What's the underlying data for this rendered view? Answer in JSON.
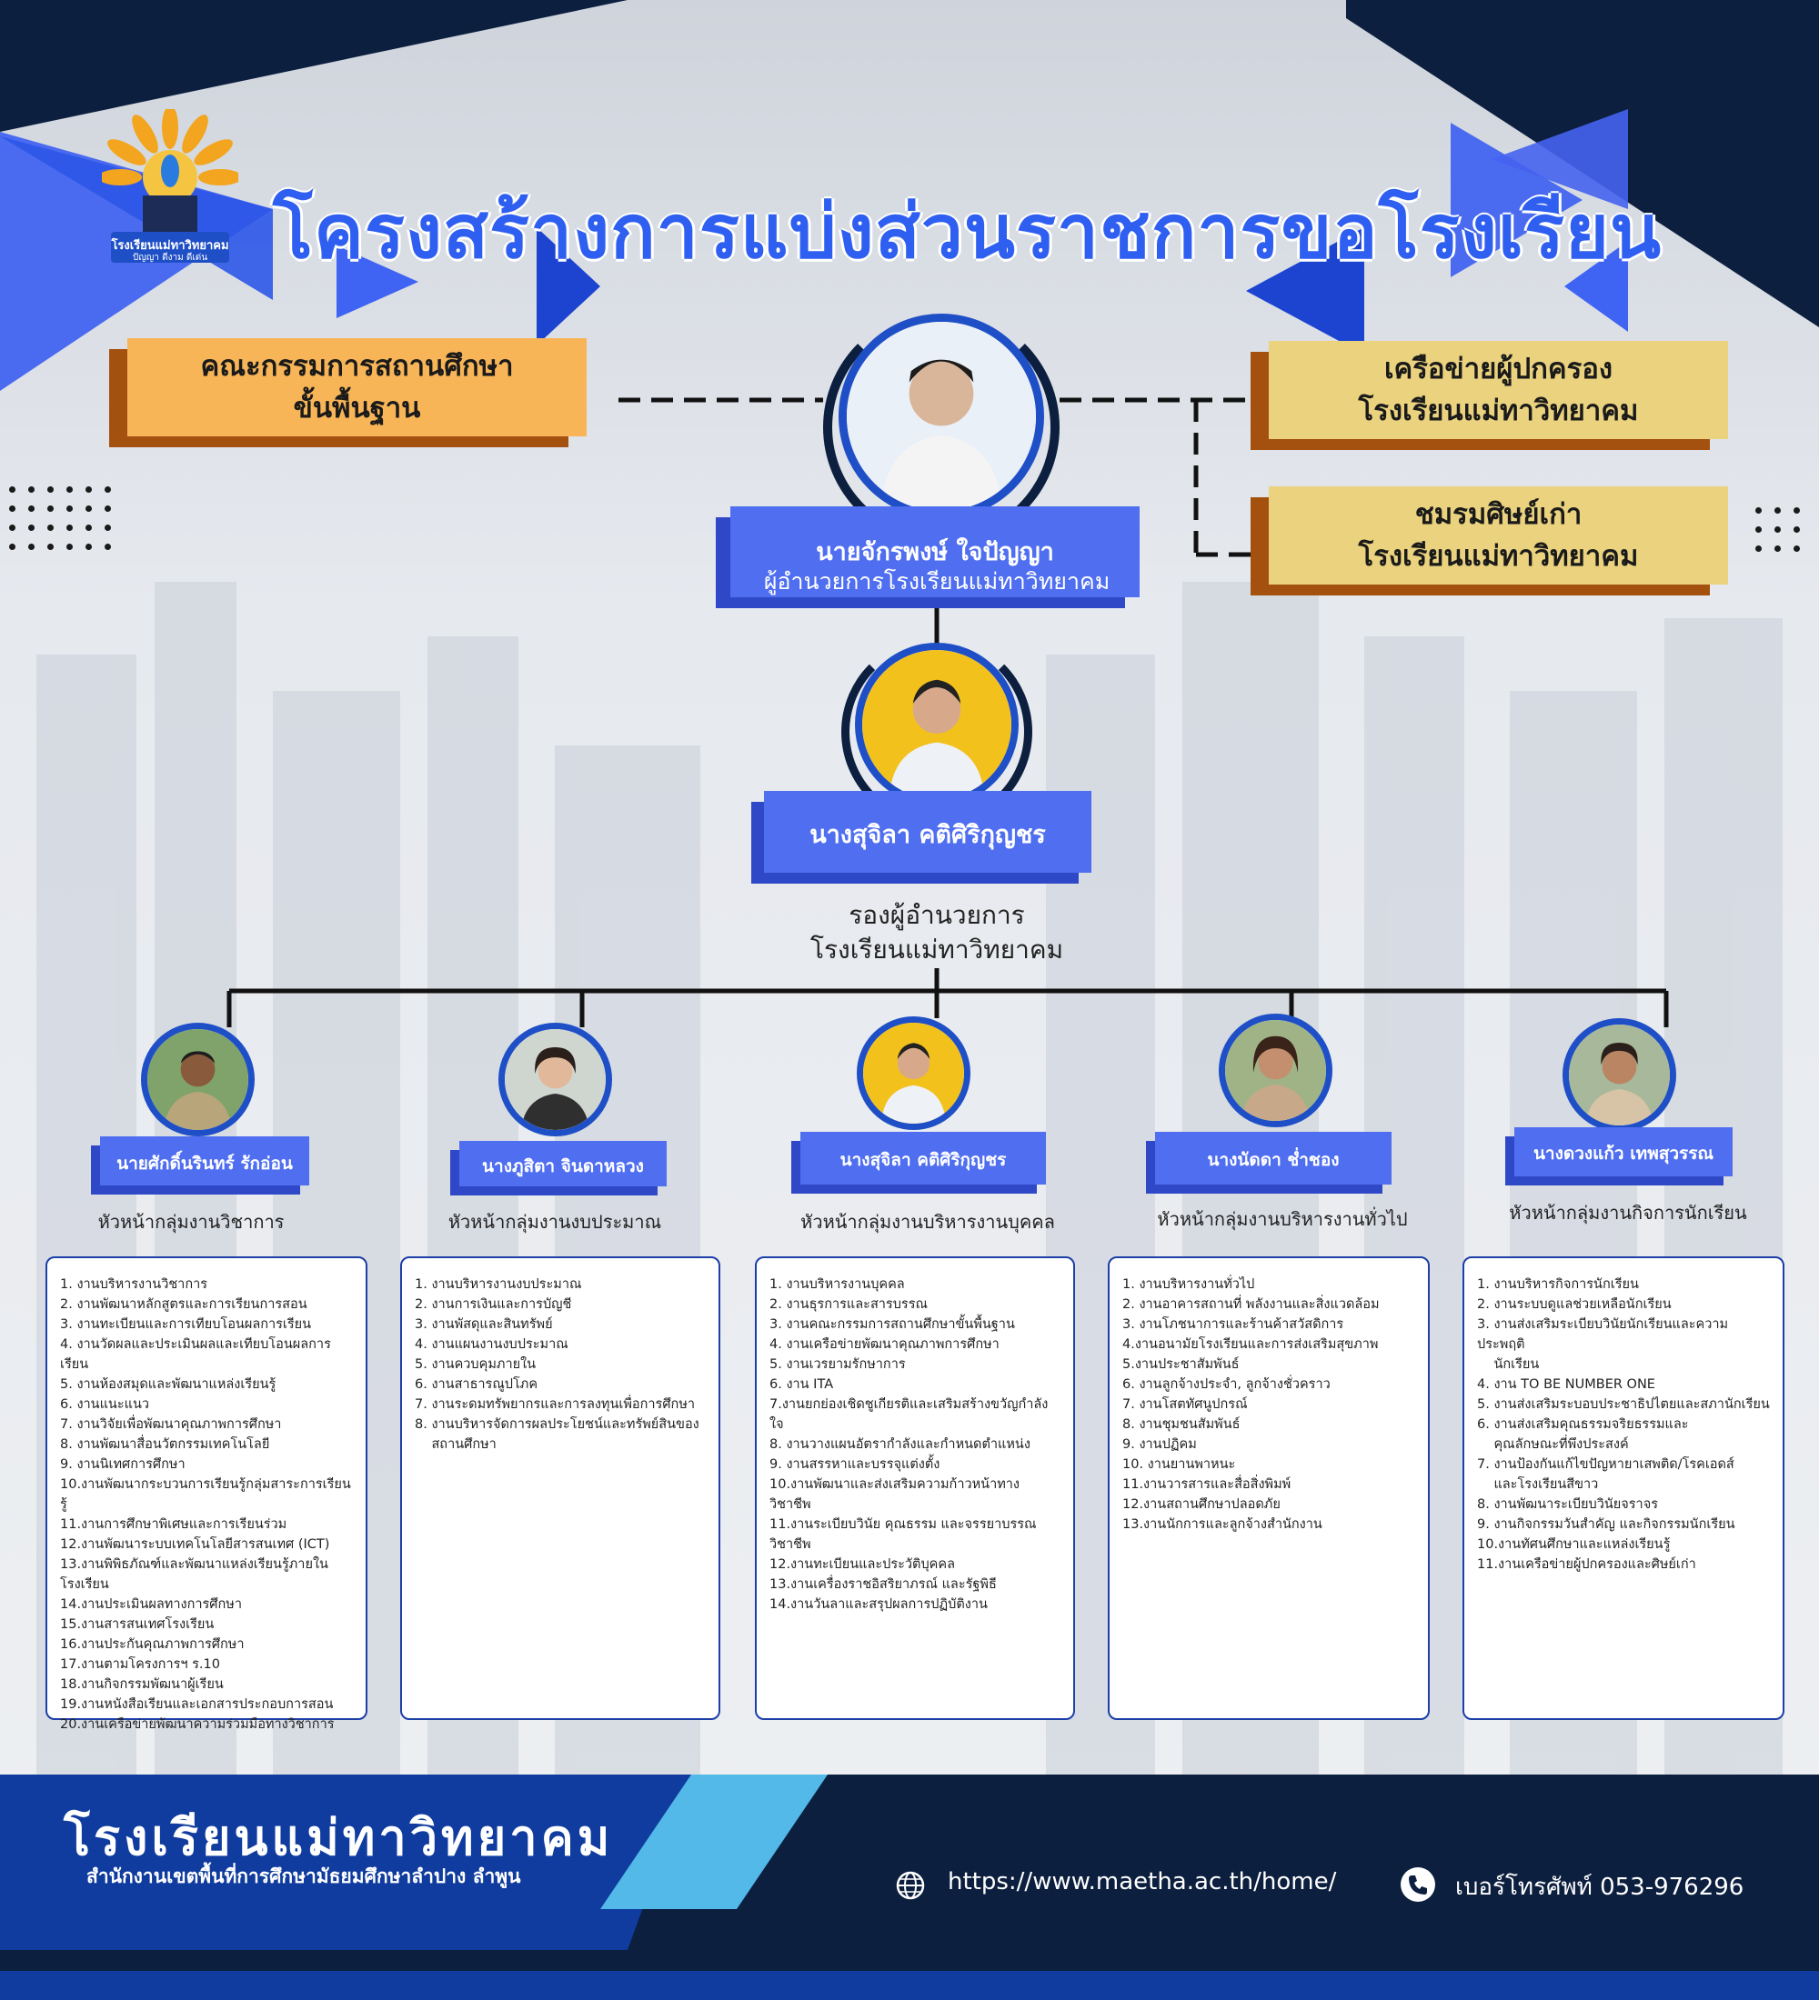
{
  "title": "โครงสร้างการแบ่งส่วนราชการขอโรงเรียน",
  "logo": {
    "caption": "โรงเรียนแม่ทาวิทยาคม",
    "motto": "ปัญญา ดีงาม ดีเด่น"
  },
  "left_committee": {
    "line1": "คณะกรรมการสถานศึกษา",
    "line2": "ขั้นพื้นฐาน"
  },
  "right_boxes": [
    {
      "line1": "เครือข่ายผู้ปกครอง",
      "line2": "โรงเรียนแม่ทาวิทยาคม"
    },
    {
      "line1": "ชมรมศิษย์เก่า",
      "line2": "โรงเรียนแม่ทาวิทยาคม"
    }
  ],
  "director": {
    "name": "นายจักรพงษ์   ใจปัญญา",
    "position": "ผู้อำนวยการโรงเรียนแม่ทาวิทยาคม"
  },
  "deputy": {
    "name": "นางสุจิลา  คติศิริกุญชร",
    "position_line1": "รองผู้อำนวยการ",
    "position_line2": "โรงเรียนแม่ทาวิทยาคม"
  },
  "groups": [
    {
      "name": "นายศักดิ์นรินทร์  รักอ่อน",
      "role": "หัวหน้ากลุ่มงานวิชาการ",
      "tasks": [
        "1. งานบริหารงานวิชาการ",
        "2. งานพัฒนาหลักสูตรและการเรียนการสอน",
        "3. งานทะเบียนและการเทียบโอนผลการเรียน",
        "4. งานวัดผลและประเมินผลและเทียบโอนผลการเรียน",
        "5. งานห้องสมุดและพัฒนาแหล่งเรียนรู้",
        "6. งานแนะแนว",
        "7. งานวิจัยเพื่อพัฒนาคุณภาพการศึกษา",
        "8. งานพัฒนาสื่อนวัตกรรมเทคโนโลยี",
        "9. งานนิเทศการศึกษา",
        "10.งานพัฒนากระบวนการเรียนรู้กลุ่มสาระการเรียนรู้",
        "11.งานการศึกษาพิเศษและการเรียนร่วม",
        "12.งานพัฒนาระบบเทคโนโลยีสารสนเทศ (ICT)",
        "13.งานพิพิธภัณฑ์และพัฒนาแหล่งเรียนรู้ภายในโรงเรียน",
        "14.งานประเมินผลทางการศึกษา",
        "15.งานสารสนเทศโรงเรียน",
        "16.งานประกันคุณภาพการศึกษา",
        "17.งานตามโครงการฯ ร.10",
        "18.งานกิจกรรมพัฒนาผู้เรียน",
        "19.งานหนังสือเรียนและเอกสารประกอบการสอน",
        "20.งานเครือข่ายพัฒนาความร่วมมือทางวิชาการ"
      ]
    },
    {
      "name": "นางภูสิตา  จินดาหลวง",
      "role": "หัวหน้ากลุ่มงานงบประมาณ",
      "tasks": [
        "1. งานบริหารงานงบประมาณ",
        "2. งานการเงินและการบัญชี",
        "3. งานพัสดุและสินทรัพย์",
        "4. งานแผนงานงบประมาณ",
        "5. งานควบคุมภายใน",
        "6. งานสาธารณูปโภค",
        "7. งานระดมทรัพยากรและการลงทุนเพื่อการศึกษา",
        "8. งานบริหารจัดการผลประโยชน์และทรัพย์สินของ\n    สถานศึกษา"
      ]
    },
    {
      "name": "นางสุจิลา  คติศิริกุญชร",
      "role": "หัวหน้ากลุ่มงานบริหารงานบุคคล",
      "tasks": [
        "1. งานบริหารงานบุคคล",
        "2. งานธุรการและสารบรรณ",
        "3. งานคณะกรรมการสถานศึกษาขั้นพื้นฐาน",
        "4. งานเครือข่ายพัฒนาคุณภาพการศึกษา",
        "5. งานเวรยามรักษาการ",
        "6. งาน ITA",
        "7.งานยกย่องเชิดชูเกียรติและเสริมสร้างขวัญกำลังใจ",
        "8. งานวางแผนอัตรากำลังและกำหนดตำแหน่ง",
        "9. งานสรรหาและบรรจุแต่งตั้ง",
        "10.งานพัฒนาและส่งเสริมความก้าวหน้าทางวิชาชีพ",
        "11.งานระเบียบวินัย คุณธรรม และจรรยาบรรณวิชาชีพ",
        "12.งานทะเบียนและประวัติบุคคล",
        "13.งานเครื่องราชอิสริยาภรณ์ และรัฐพิธี",
        "14.งานวันลาและสรุปผลการปฏิบัติงาน"
      ]
    },
    {
      "name": "นางนัดดา  ช่ำชอง",
      "role": "หัวหน้ากลุ่มงานบริหารงานทั่วไป",
      "tasks": [
        "1. งานบริหารงานทั่วไป",
        "2. งานอาคารสถานที่ พลังงานและสิ่งแวดล้อม",
        "3. งานโภชนาการและร้านค้าสวัสดิการ",
        "4.งานอนามัยโรงเรียนและการส่งเสริมสุขภาพ",
        "5.งานประชาสัมพันธ์",
        "6. งานลูกจ้างประจำ, ลูกจ้างชั่วคราว",
        "7. งานโสตทัศนูปกรณ์",
        "8. งานชุมชนสัมพันธ์",
        "9. งานปฏิคม",
        "10. งานยานพาหนะ",
        "11.งานวารสารและสื่อสิ่งพิมพ์",
        "12.งานสถานศึกษาปลอดภัย",
        "13.งานนักการและลูกจ้างสำนักงาน"
      ]
    },
    {
      "name": "นางดวงแก้ว  เทพสุวรรณ",
      "role": "หัวหน้ากลุ่มงานกิจการนักเรียน",
      "tasks": [
        "1. งานบริหารกิจการนักเรียน",
        "2. งานระบบดูแลช่วยเหลือนักเรียน",
        "3. งานส่งเสริมระเบียบวินัยนักเรียนและความประพฤติ\n    นักเรียน",
        "4. งาน TO BE NUMBER ONE",
        "5. งานส่งเสริมระบอบประชาธิปไตยและสภานักเรียน",
        "6. งานส่งเสริมคุณธรรมจริยธรรมและ\n    คุณลักษณะที่พึงประสงค์",
        "7. งานป้องกันแก้ไขปัญหายาเสพติด/โรคเอดส์\n    และโรงเรียนสีขาว",
        "8. งานพัฒนาระเบียบวินัยจราจร",
        "9. งานกิจกรรมวันสำคัญ และกิจกรรมนักเรียน",
        "10.งานทัศนศึกษาและแหล่งเรียนรู้",
        "11.งานเครือข่ายผู้ปกครองและศิษย์เก่า"
      ]
    }
  ],
  "footer": {
    "school": "โรงเรียนแม่ทาวิทยาคม",
    "office": "สำนักงานเขตพื้นที่การศึกษามัธยมศึกษาลำปาง ลำพูน",
    "website": "https://www.maetha.ac.th/home/",
    "phone": "เบอร์โทรศัพท์ 053-976296"
  },
  "colors": {
    "primary_blue": "#4f6ef0",
    "navy": "#0c1f3f",
    "royal": "#1f4fc6",
    "gold": "#ead27e",
    "orange": "#f7b558",
    "brown": "#a4510f"
  }
}
